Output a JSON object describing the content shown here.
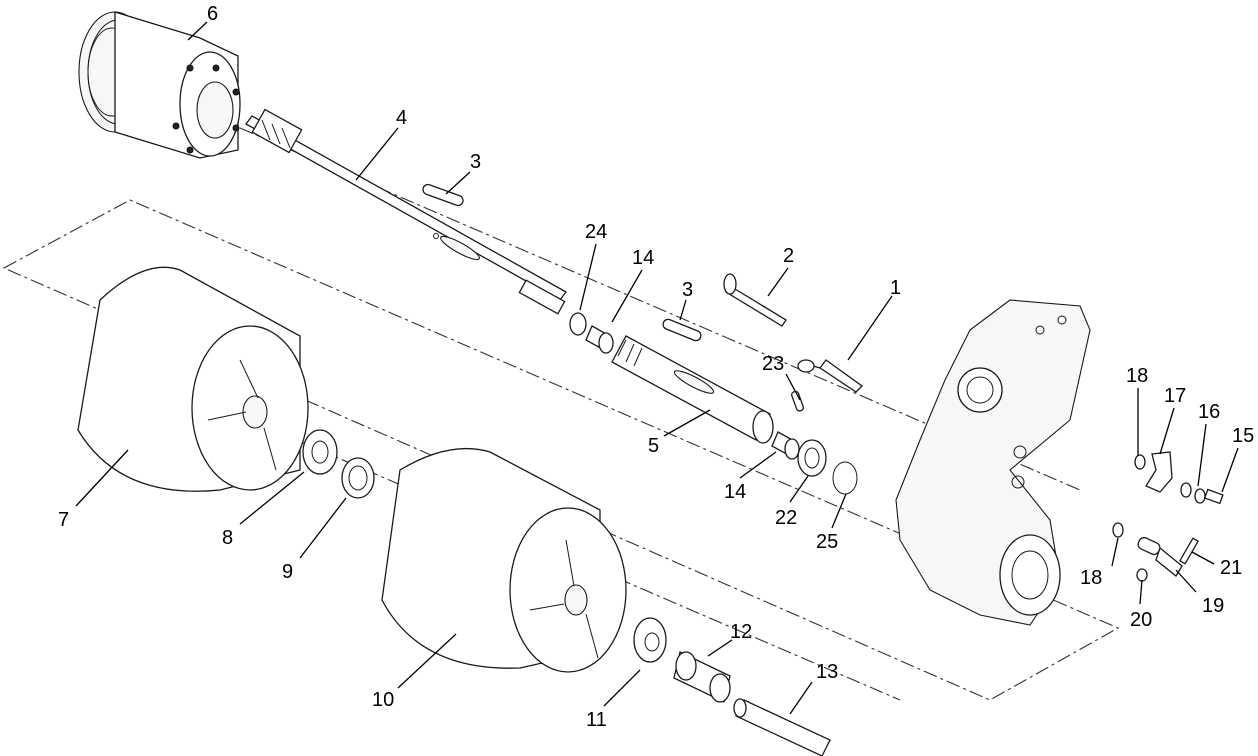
{
  "callouts": {
    "c1": "1",
    "c2": "2",
    "c3a": "3",
    "c3b": "3",
    "c4": "4",
    "c5": "5",
    "c6": "6",
    "c7": "7",
    "c8": "8",
    "c9": "9",
    "c10": "10",
    "c11": "11",
    "c12": "12",
    "c13": "13",
    "c14a": "14",
    "c14b": "14",
    "c15": "15",
    "c16": "16",
    "c17": "17",
    "c18a": "18",
    "c18b": "18",
    "c19": "19",
    "c20": "20",
    "c21": "21",
    "c22": "22",
    "c23": "23",
    "c24": "24",
    "c25": "25"
  },
  "icons": {
    "hydraulic-motor": "motor-icon",
    "drive-shaft": "shaft-icon",
    "roller": "roller-icon",
    "side-plate": "plate-icon"
  },
  "colors": {
    "line": "#1a1a1a",
    "background": "#ffffff"
  }
}
